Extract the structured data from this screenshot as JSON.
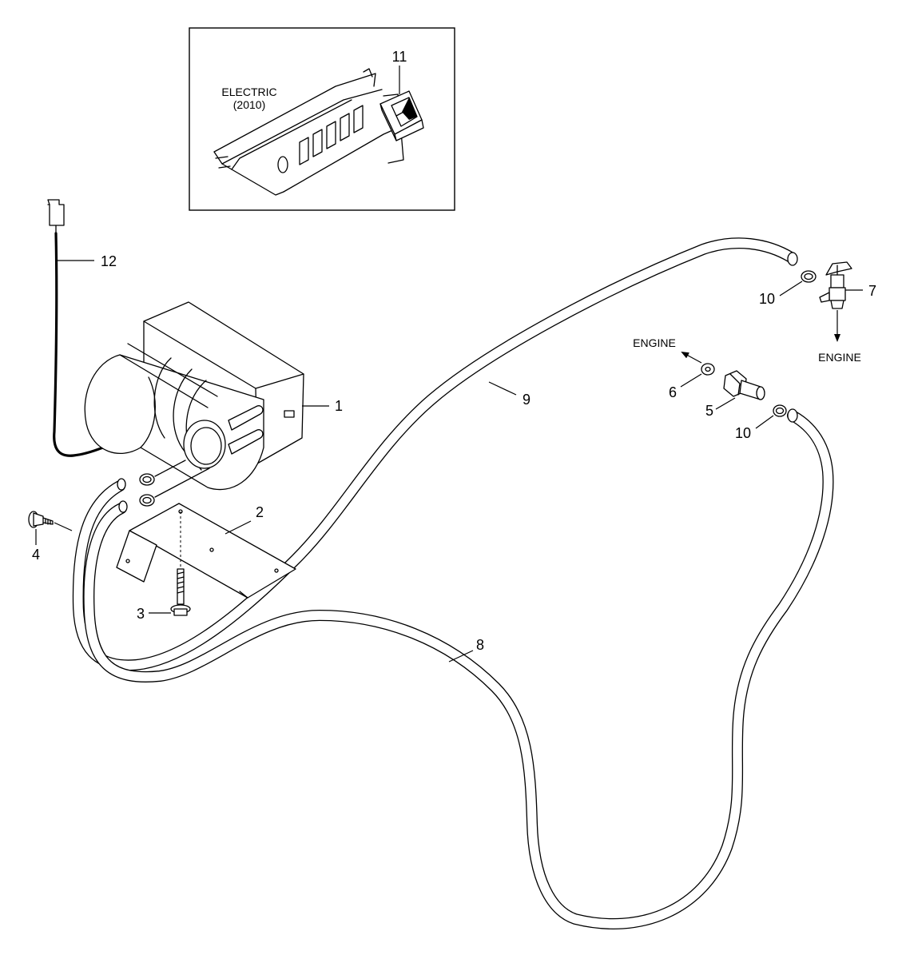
{
  "inset": {
    "caption_line1": "ELECTRIC",
    "caption_line2": "(2010)"
  },
  "callouts": {
    "c1": "1",
    "c2": "2",
    "c3": "3",
    "c4": "4",
    "c5": "5",
    "c6": "6",
    "c7": "7",
    "c8": "8",
    "c9": "9",
    "c10a": "10",
    "c10b": "10",
    "c11": "11",
    "c12": "12"
  },
  "destinations": {
    "engine_from_fitting": "ENGINE",
    "engine_from_valve": "ENGINE"
  },
  "colors": {
    "ink": "#000000",
    "background": "#ffffff"
  }
}
